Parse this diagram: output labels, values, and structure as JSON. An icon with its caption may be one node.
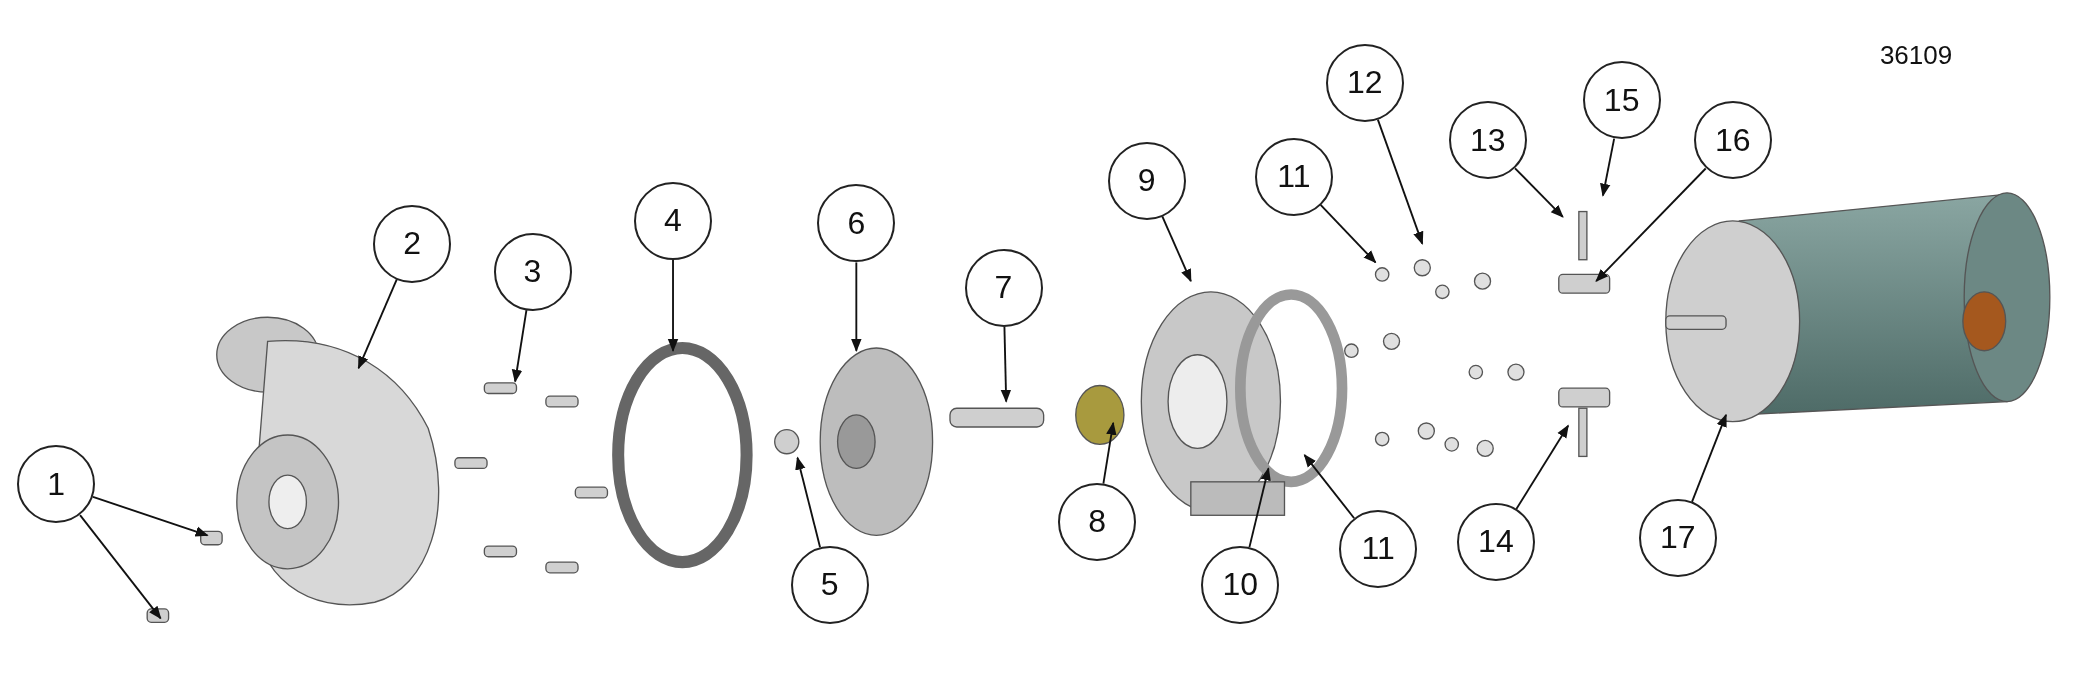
{
  "diagram": {
    "nodes": [
      {
        "text": [
          "1"
        ]
      },
      {
        "text": [
          "2"
        ]
      },
      {
        "text": [
          "3"
        ]
      },
      {
        "text": [
          "4"
        ]
      },
      {
        "text": [
          "5"
        ]
      },
      {
        "text": [
          "6"
        ]
      },
      {
        "text": [
          "7"
        ]
      },
      {
        "text": [
          "8"
        ]
      },
      {
        "text": [
          "9"
        ]
      },
      {
        "text": [
          "10"
        ]
      },
      {
        "text": [
          "11"
        ]
      },
      {
        "text": [
          "11"
        ]
      },
      {
        "text": [
          "12"
        ]
      },
      {
        "text": [
          "13"
        ]
      },
      {
        "text": [
          "14"
        ]
      },
      {
        "text": [
          "15"
        ]
      },
      {
        "text": [
          "16"
        ]
      },
      {
        "text": [
          "17"
        ]
      }
    ],
    "edges": [
      {
        "from": 0,
        "to": null,
        "arrow": "to"
      },
      {
        "from": 0,
        "to": null,
        "arrow": "to"
      },
      {
        "from": 1,
        "to": null,
        "arrow": "to"
      },
      {
        "from": 2,
        "to": null,
        "arrow": "to"
      },
      {
        "from": 3,
        "to": null,
        "arrow": "to"
      },
      {
        "from": 4,
        "to": null,
        "arrow": "to"
      },
      {
        "from": 5,
        "to": null,
        "arrow": "to"
      },
      {
        "from": 6,
        "to": null,
        "arrow": "to"
      },
      {
        "from": 7,
        "to": null,
        "arrow": "to"
      },
      {
        "from": 8,
        "to": null,
        "arrow": "to"
      },
      {
        "from": 9,
        "to": null,
        "arrow": "to"
      },
      {
        "from": 10,
        "to": null,
        "arrow": "to"
      },
      {
        "from": 11,
        "to": null,
        "arrow": "to"
      },
      {
        "from": 12,
        "to": null,
        "arrow": "to"
      },
      {
        "from": 13,
        "to": null,
        "arrow": "to"
      },
      {
        "from": 14,
        "to": null,
        "arrow": "to"
      },
      {
        "from": 15,
        "to": null,
        "arrow": "to"
      },
      {
        "from": 16,
        "to": null,
        "arrow": "to"
      },
      {
        "from": 17,
        "to": null,
        "arrow": "to"
      }
    ],
    "labels": [
      "36109"
    ]
  }
}
